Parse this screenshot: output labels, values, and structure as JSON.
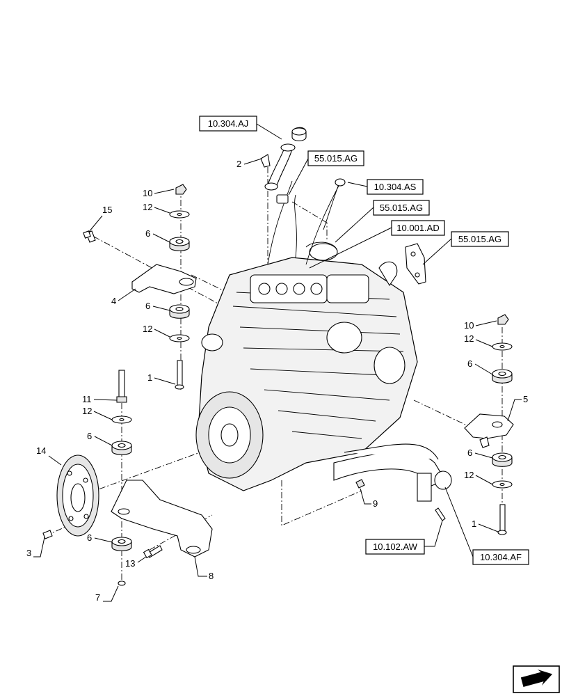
{
  "references": [
    {
      "id": "ref-10-304-aj",
      "text": "10.304.AJ"
    },
    {
      "id": "ref-55-015-ag-1",
      "text": "55.015.AG"
    },
    {
      "id": "ref-10-304-as",
      "text": "10.304.AS"
    },
    {
      "id": "ref-55-015-ag-2",
      "text": "55.015.AG"
    },
    {
      "id": "ref-10-001-ad",
      "text": "10.001.AD"
    },
    {
      "id": "ref-55-015-ag-3",
      "text": "55.015.AG"
    },
    {
      "id": "ref-10-102-aw",
      "text": "10.102.AW"
    },
    {
      "id": "ref-10-304-af",
      "text": "10.304.AF"
    }
  ],
  "callouts": {
    "c1a": "1",
    "c1b": "1",
    "c2": "2",
    "c3": "3",
    "c4": "4",
    "c5": "5",
    "c6a": "6",
    "c6b": "6",
    "c6c": "6",
    "c6d": "6",
    "c6e": "6",
    "c6f": "6",
    "c7": "7",
    "c8": "8",
    "c9": "9",
    "c10a": "10",
    "c10b": "10",
    "c11": "11",
    "c12a": "12",
    "c12b": "12",
    "c12c": "12",
    "c12d": "12",
    "c12e": "12",
    "c13": "13",
    "c14": "14",
    "c15": "15"
  },
  "icons": {
    "nav": "next-page-arrow-icon"
  }
}
